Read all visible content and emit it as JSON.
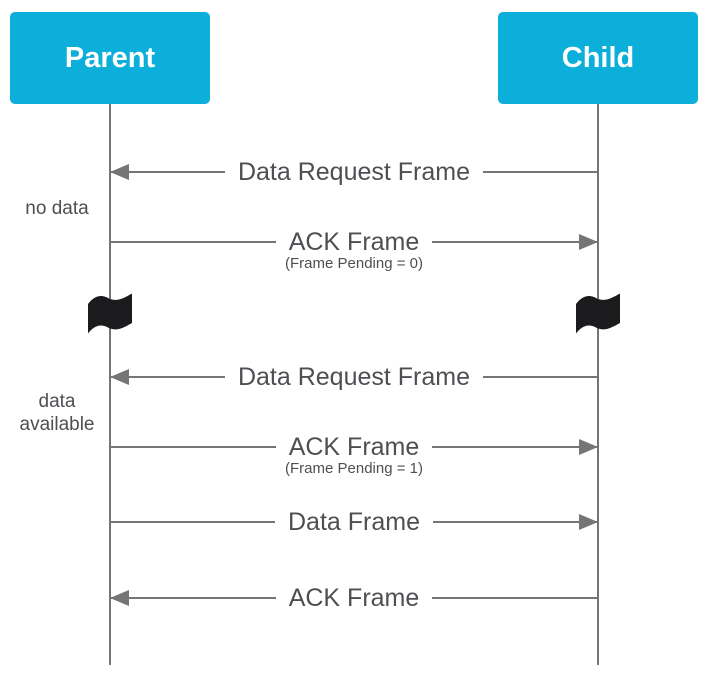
{
  "diagram": {
    "type": "sequence-diagram",
    "description_visible_only": "polling message flow between two nodes",
    "colors": {
      "actor_bg": "#0CAEDA",
      "actor_text": "#FFFFFF",
      "line": "#757575",
      "text": "#4E4F53",
      "flag": "#1B1B1D",
      "background": "#FFFFFF"
    }
  },
  "actors": {
    "parent": {
      "label": "Parent"
    },
    "child": {
      "label": "Child"
    }
  },
  "messages": [
    {
      "label": "Data Request Frame",
      "sub": "",
      "direction": "child-to-parent"
    },
    {
      "label": "ACK Frame",
      "sub": "(Frame Pending = 0)",
      "direction": "parent-to-child"
    },
    {
      "label": "Data Request Frame",
      "sub": "",
      "direction": "child-to-parent"
    },
    {
      "label": "ACK Frame",
      "sub": "(Frame Pending = 1)",
      "direction": "parent-to-child"
    },
    {
      "label": "Data Frame",
      "sub": "",
      "direction": "parent-to-child"
    },
    {
      "label": "ACK Frame",
      "sub": "",
      "direction": "child-to-parent"
    }
  ],
  "side_labels": [
    {
      "text": "no data"
    },
    {
      "text": "data\navailable"
    }
  ],
  "icons": {
    "flag": "time-passes-flag-icon"
  }
}
